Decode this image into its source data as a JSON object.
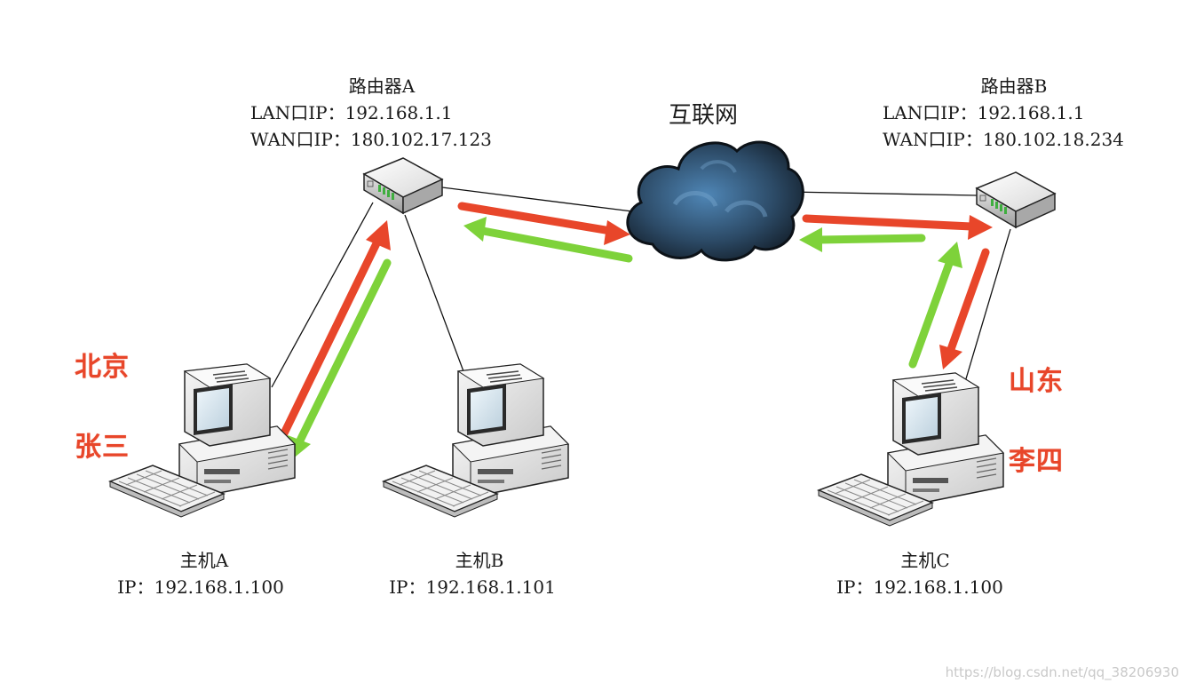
{
  "internet": {
    "label": "互联网"
  },
  "router_a": {
    "name": "路由器A",
    "lan": "LAN口IP：192.168.1.1",
    "wan": "WAN口IP：180.102.17.123"
  },
  "router_b": {
    "name": "路由器B",
    "lan": "LAN口IP：192.168.1.1",
    "wan": "WAN口IP：180.102.18.234"
  },
  "host_a": {
    "name": "主机A",
    "ip": "IP：192.168.1.100"
  },
  "host_b": {
    "name": "主机B",
    "ip": "IP：192.168.1.101"
  },
  "host_c": {
    "name": "主机C",
    "ip": "IP：192.168.1.100"
  },
  "tags": {
    "beijing": "北京",
    "zhangsan": "张三",
    "shandong": "山东",
    "lisi": "李四"
  },
  "colors": {
    "request_arrow": "#e8462a",
    "response_arrow": "#7ed23a",
    "link": "#111111"
  },
  "watermark": "https://blog.csdn.net/qq_38206930"
}
